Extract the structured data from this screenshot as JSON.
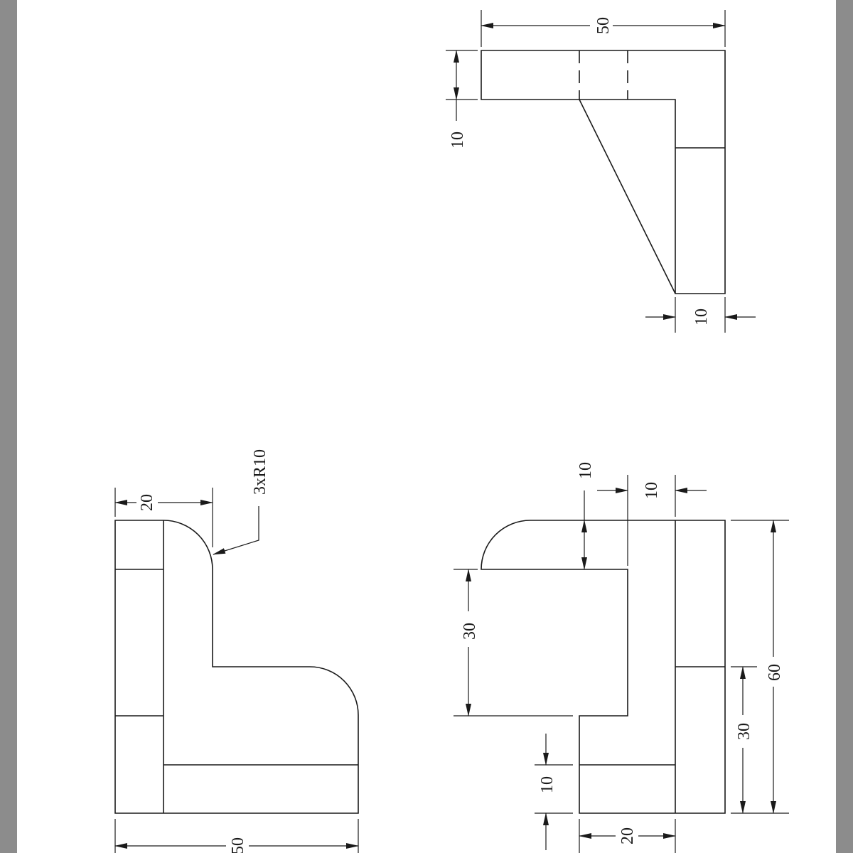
{
  "top_view": {
    "width_dim": "50",
    "height_dim": "10",
    "leg_dim": "10"
  },
  "side_view": {
    "width_dim": "20",
    "radius_note": "3xR10",
    "base_dim": "50"
  },
  "front_view": {
    "top_left_dim": "10",
    "top_right_dim": "10",
    "left_height_dim": "30",
    "right_total_dim": "60",
    "right_lower_dim": "30",
    "bottom_left_dim": "10",
    "bottom_width_dim": "20"
  },
  "colors": {
    "background": "#8c8c8c",
    "paper": "#ffffff",
    "line": "#1a1a1a"
  }
}
